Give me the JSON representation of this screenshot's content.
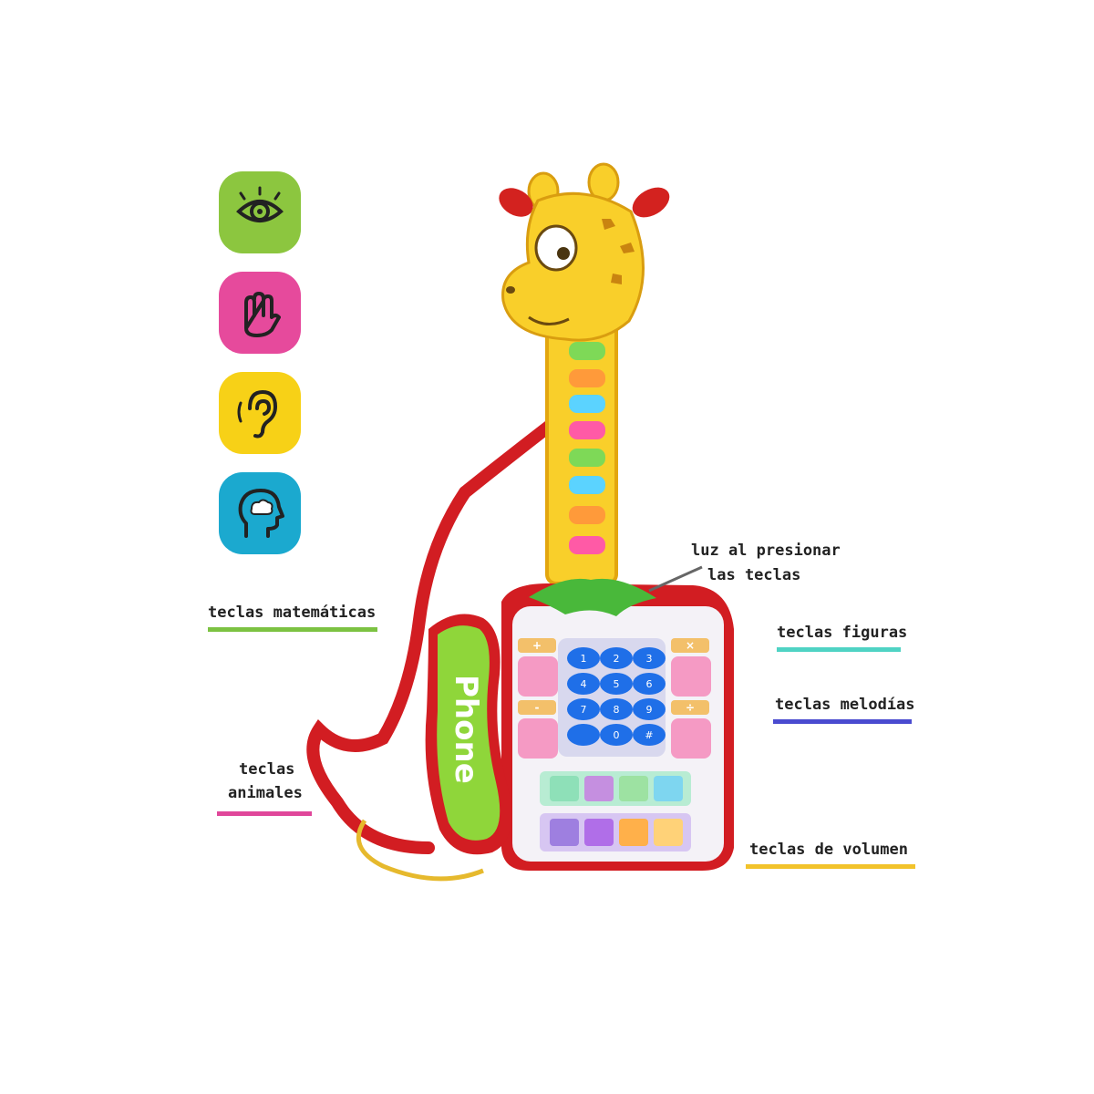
{
  "colors": {
    "sight": "#8cc63f",
    "touch": "#e64a9c",
    "hearing": "#f7d117",
    "thinking": "#1ba9cf",
    "math_bar": "#7cc242",
    "animals_bar": "#e0479a",
    "shapes_bar": "#4fd3c4",
    "melodies_bar": "#4a4bd0",
    "volume_bar": "#f2c32b"
  },
  "sense_badges": [
    {
      "icon": "eye-icon"
    },
    {
      "icon": "hand-icon"
    },
    {
      "icon": "ear-icon"
    },
    {
      "icon": "head-thought-icon"
    }
  ],
  "labels": {
    "math": "teclas matemáticas",
    "animals_line1": "teclas",
    "animals_line2": "animales",
    "light_line1": "luz al presionar",
    "light_line2": "las teclas",
    "shapes": "teclas figuras",
    "melodies": "teclas melodías",
    "volume": "teclas de volumen"
  },
  "toy": {
    "handset_text": "Phone",
    "keypad": [
      "1",
      "2",
      "3",
      "4",
      "5",
      "6",
      "7",
      "8",
      "9",
      "",
      "0",
      "#"
    ],
    "math_keys": [
      "+",
      "-",
      "×",
      "÷"
    ]
  }
}
